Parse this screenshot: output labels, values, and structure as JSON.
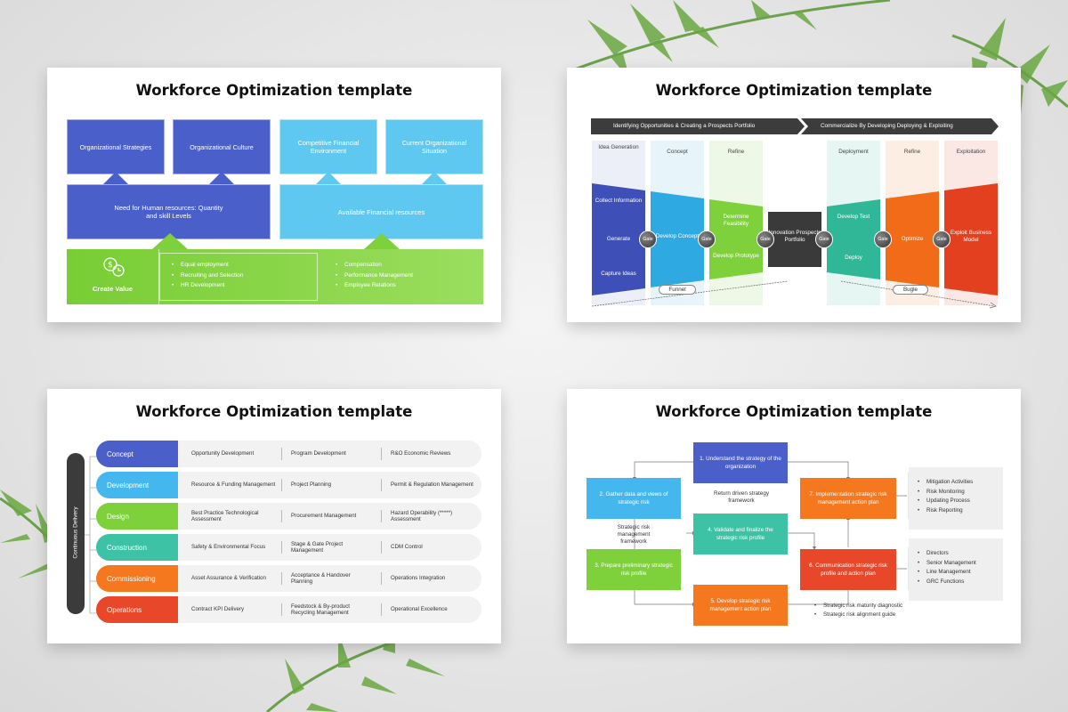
{
  "colors": {
    "blue_dark": "#4b5fcb",
    "blue_light": "#5ec8f0",
    "green": "#7fd13b",
    "teal": "#3ec2a6",
    "orange": "#f5781f",
    "red": "#e8472a",
    "slide_bg": "#ffffff"
  },
  "slide1": {
    "title": "Workforce Optimization template",
    "top_boxes": [
      "Organizational Strategies",
      "Organizational Culture",
      "Competitive Financial Environment",
      "Current Organizational Situation"
    ],
    "mid_left": "Need for Human resources: Quantity and skill Levels",
    "mid_right": "Available Financial resources",
    "create_value": "Create Value",
    "icon": "money-clock-icon",
    "list_left": [
      "Equal employment",
      "Recruiting and Selection",
      "HR Development"
    ],
    "list_right": [
      "Compensation",
      "Performance Management",
      "Employee Relations"
    ]
  },
  "slide2": {
    "title": "Workforce Optimization template",
    "banner_left": "Identifying Opportunities & Creating a Prospects Portfolio",
    "banner_right": "Commercialize By Developing Deploying & Exploiting",
    "stages": [
      "Idea Generation",
      "Concept",
      "Refine",
      "Deployment",
      "Refine",
      "Exploitation"
    ],
    "idea_items": [
      "Collect Information",
      "Generate",
      "Capture Ideas"
    ],
    "concept_item": "Develop Concept",
    "refine_items": [
      "Determine Feasibility",
      "Develop Prototype"
    ],
    "center": "Innovation Prospects Portfolio",
    "deploy_items": [
      "Develop Test",
      "Deploy"
    ],
    "optimize": "Optimize",
    "exploit": "Exploit Business Model",
    "gate": "Gate",
    "funnel": "Funnel",
    "bugle": "Bugle"
  },
  "slide3": {
    "title": "Workforce Optimization template",
    "side_label": "Continuous Delivery",
    "rows": [
      {
        "label": "Concept",
        "color": "#4b5fcb",
        "c1": "Opportunity Development",
        "c2": "Program Development",
        "c3": "R&O Economic Reviews"
      },
      {
        "label": "Development",
        "color": "#44b8ee",
        "c1": "Resource & Funding Management",
        "c2": "Project Planning",
        "c3": "Permit & Regulation Management"
      },
      {
        "label": "Design",
        "color": "#7fd13b",
        "c1": "Best Practice Technological Assessment",
        "c2": "Procurement Management",
        "c3": "Hazard Operability (*****) Assessment"
      },
      {
        "label": "Construction",
        "color": "#3ec2a6",
        "c1": "Safety & Environmental Focus",
        "c2": "Stage & Gate Project Management",
        "c3": "CDM Control"
      },
      {
        "label": "Commissioning",
        "color": "#f5781f",
        "c1": "Asset Assurance & Verification",
        "c2": "Acceptance & Handover Planning",
        "c3": "Operations Integration"
      },
      {
        "label": "Operations",
        "color": "#e8472a",
        "c1": "Contract KPI Delivery",
        "c2": "Feedstock & By-product Recycling Management",
        "c3": "Operational Excellence"
      }
    ]
  },
  "slide4": {
    "title": "Workforce Optimization template",
    "b1": "1. Understand the strategy of the organization",
    "b2": "2. Gather data and views of strategic risk",
    "b3": "3. Prepare preliminary strategic risk profile",
    "b4": "4. Validate and finalize the strategic risk profile",
    "b5": "5. Develop strategic risk management action plan",
    "b6": "6. Communication strategic risk profile and action plan",
    "b7": "7. Implementation strategic risk management action plan",
    "note_return": "Return driven strategy framework",
    "note_srm": "Strategic risk management framework",
    "list_a": [
      "Mitigation Activities",
      "Risk Monitoring",
      "Updating Process",
      "Risk Reporting"
    ],
    "list_b": [
      "Directors",
      "Senior Management",
      "Line Management",
      "GRC Functions"
    ],
    "list_c": [
      "Strategic risk maturity diagnostic",
      "Strategic risk alignment guide"
    ]
  }
}
